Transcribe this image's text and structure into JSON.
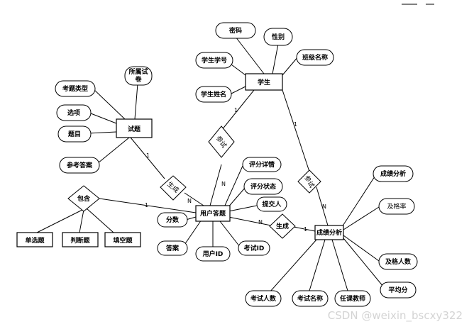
{
  "entities": {
    "student": "学生",
    "exam_question": "试题",
    "user_answer": "用户答题",
    "grade_analysis": "成绩分析"
  },
  "attributes": {
    "password": "密码",
    "gender": "性别",
    "student_id": "学生学号",
    "class_name": "班级名称",
    "student_name": "学生姓名",
    "paper": [
      "所属试",
      "卷"
    ],
    "question_type": "考题类型",
    "options": "选项",
    "title": "题目",
    "ref_answer": "参考答案",
    "score_detail": "评分详情",
    "score_status": "评分状态",
    "submitter": "提交人",
    "score": "分数",
    "answer": "答案",
    "user_id": "用户ID",
    "exam_id": "考试ID",
    "single_choice": "单选题",
    "true_false": "判断题",
    "fill_blank": "填空题",
    "grade_attr": "成绩分析",
    "pass_rate": "及格率",
    "pass_count": "及格人数",
    "average": "平均分",
    "exam_count": "考试人数",
    "exam_name": "考试名称",
    "teacher": "任课教师"
  },
  "relationships": {
    "contains": "包含",
    "participate_1": "参试",
    "generate_1": "生成",
    "participate_2": "参试",
    "generate_2": "生成"
  },
  "cardinality": {
    "one": "1",
    "many": "N"
  },
  "watermark": "CSDN @weixin_bscxy322"
}
